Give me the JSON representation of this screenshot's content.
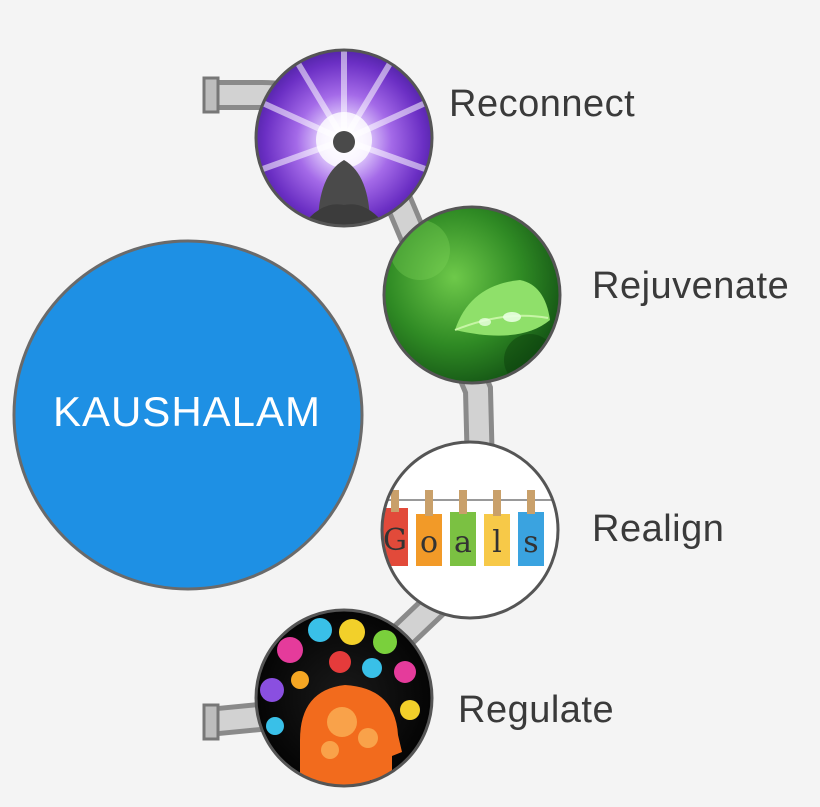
{
  "center": {
    "title": "KAUSHALAM"
  },
  "stages": [
    {
      "label": "Reconnect",
      "icon": "meditating-figure-light-icon"
    },
    {
      "label": "Rejuvenate",
      "icon": "green-leaf-icon"
    },
    {
      "label": "Realign",
      "icon": "goals-clothespin-letters-icon"
    },
    {
      "label": "Regulate",
      "icon": "colorful-brain-head-icon"
    }
  ],
  "goals_letters": [
    "G",
    "o",
    "a",
    "l",
    "s"
  ],
  "colors": {
    "main_circle": "#1e90e4",
    "label_text": "#3a3a3a",
    "connector": "#d0d0d0"
  }
}
